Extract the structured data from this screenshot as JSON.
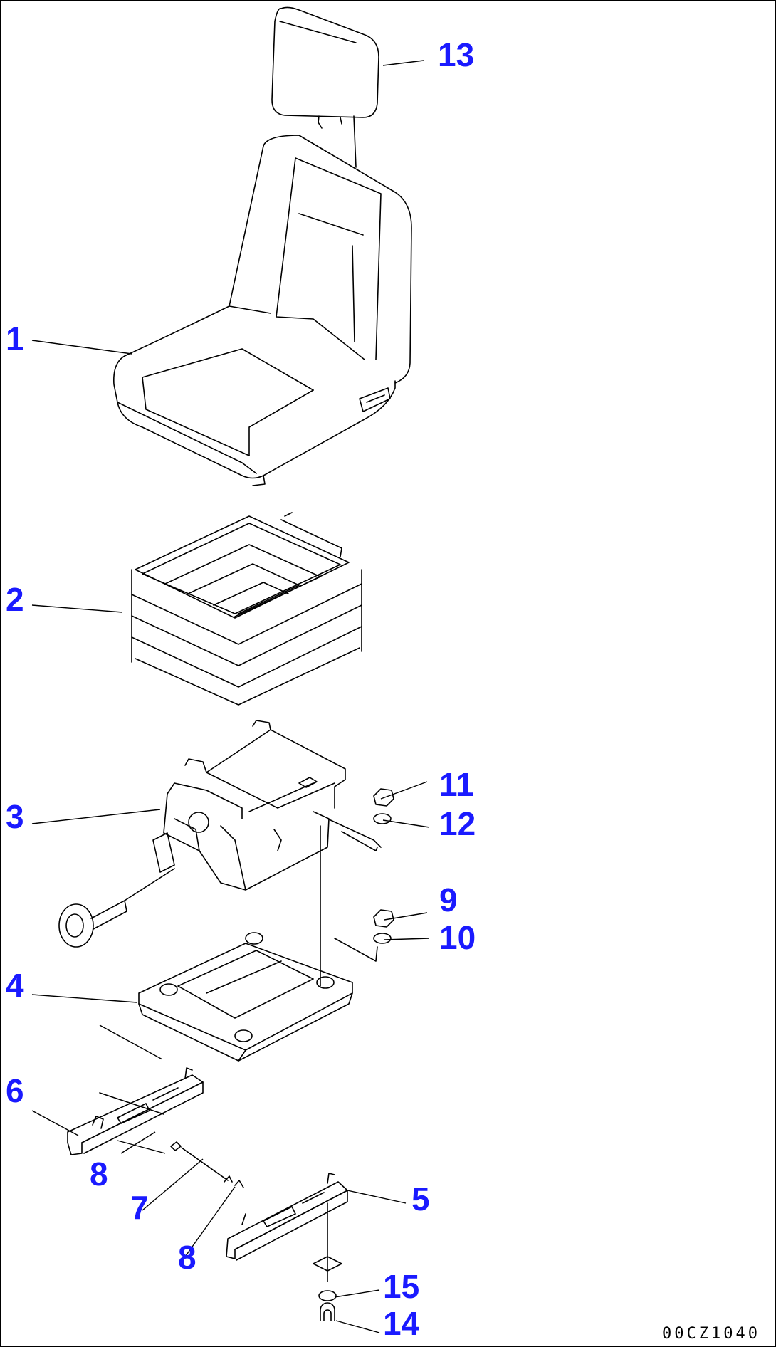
{
  "callouts": {
    "c1": "1",
    "c2": "2",
    "c3": "3",
    "c4": "4",
    "c5": "5",
    "c6": "6",
    "c7": "7",
    "c8a": "8",
    "c8b": "8",
    "c9": "9",
    "c10": "10",
    "c11": "11",
    "c12": "12",
    "c13": "13",
    "c14": "14",
    "c15": "15"
  },
  "diagram_code": "00CZ1040",
  "colors": {
    "callout": "#1a1aff",
    "line": "#000000",
    "background": "#ffffff"
  }
}
